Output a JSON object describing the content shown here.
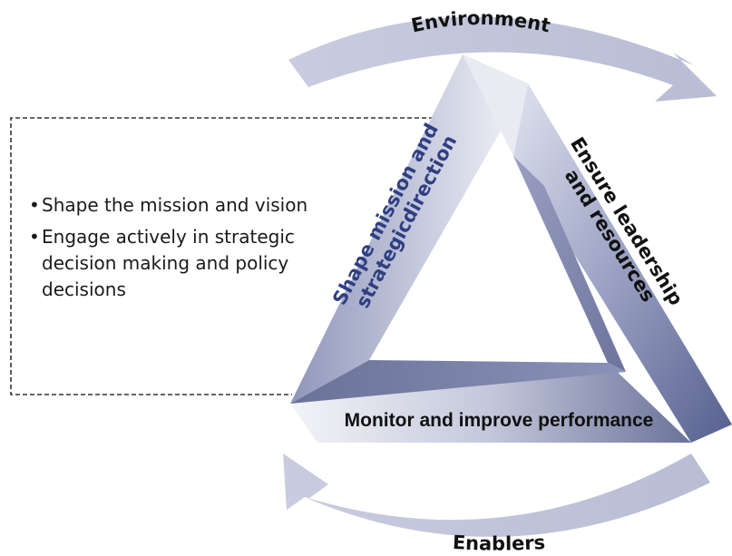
{
  "arrows": {
    "top_label": "Environment",
    "bottom_label": "Enablers"
  },
  "triangle": {
    "left_side": [
      "Shape mission and",
      "strategicdirection"
    ],
    "right_side": [
      "Ensure leadership",
      "and resources"
    ],
    "bottom_side": "Monitor and improve performance"
  },
  "callout": {
    "bullet": "•",
    "items": [
      "Shape the mission and vision",
      "Engage actively in strategic decision making and policy decisions"
    ]
  },
  "colors": {
    "arrow": "#c2c5d9",
    "triangle_dark": "#5a628f",
    "triangle_light": "#eef0f7",
    "left_text": "#2f3f82",
    "right_text": "#111111"
  }
}
